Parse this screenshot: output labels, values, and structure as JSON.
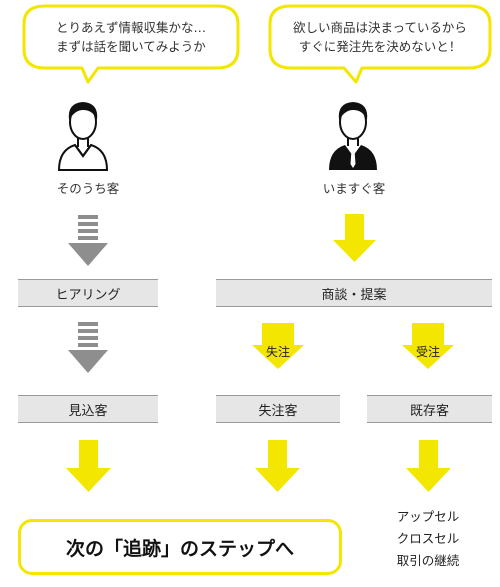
{
  "left_customer": {
    "bubble": [
      "とりあえず情報収集かな…",
      "まずは話を聞いてみようか"
    ],
    "label": "そのうち客",
    "stages": [
      "ヒアリング",
      "見込客"
    ]
  },
  "right_customer": {
    "bubble": [
      "欲しい商品は決まっているから",
      "すぐに発注先を決めないと！"
    ],
    "label": "いますぐ客",
    "stage": "商談・提案",
    "branches": [
      {
        "arrow_label": "失注",
        "box": "失注客"
      },
      {
        "arrow_label": "受注",
        "box": "既存客"
      }
    ]
  },
  "final_step": "次の「追跡」のステップへ",
  "outcomes": [
    "アップセル",
    "クロスセル",
    "取引の継続"
  ],
  "colors": {
    "accent_yellow": "#f3e600",
    "stage_gray": "#e6e6e6",
    "stripe_gray": "#8e8e8e",
    "ink": "#222222"
  }
}
